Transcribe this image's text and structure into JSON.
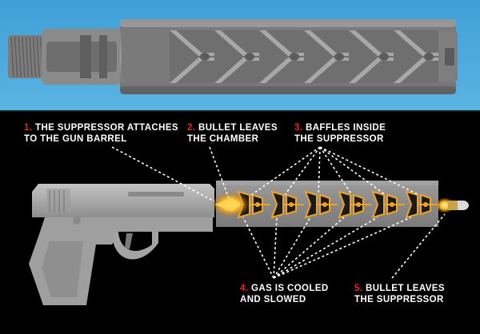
{
  "labels": [
    {
      "num": "1.",
      "line1": "THE SUPPRESSOR ATTACHES",
      "line2": "TO THE GUN BARREL"
    },
    {
      "num": "2.",
      "line1": "BULLET LEAVES",
      "line2": "THE CHAMBER"
    },
    {
      "num": "3.",
      "line1": "BAFFLES INSIDE",
      "line2": "THE SUPPRESSOR"
    },
    {
      "num": "4.",
      "line1": "GAS IS COOLED",
      "line2": "AND SLOWED"
    },
    {
      "num": "5.",
      "line1": "BULLET LEAVES",
      "line2": "THE SUPPRESSOR"
    }
  ],
  "colors": {
    "top_background": "#4aa6d8",
    "bottom_background": "#000000",
    "label_number": "#e8252b",
    "label_text": "#ffffff",
    "leader_lines": "#ffffff",
    "suppressor_body": "#8d8d8d",
    "gun_body": "#a9a9a9",
    "flash": "#f2a51c"
  },
  "icons": {
    "cutaway": "suppressor-cutaway-illustration",
    "pistol": "pistol-illustration",
    "bullet": "bullet-icon",
    "baffle": "baffle-icon"
  }
}
